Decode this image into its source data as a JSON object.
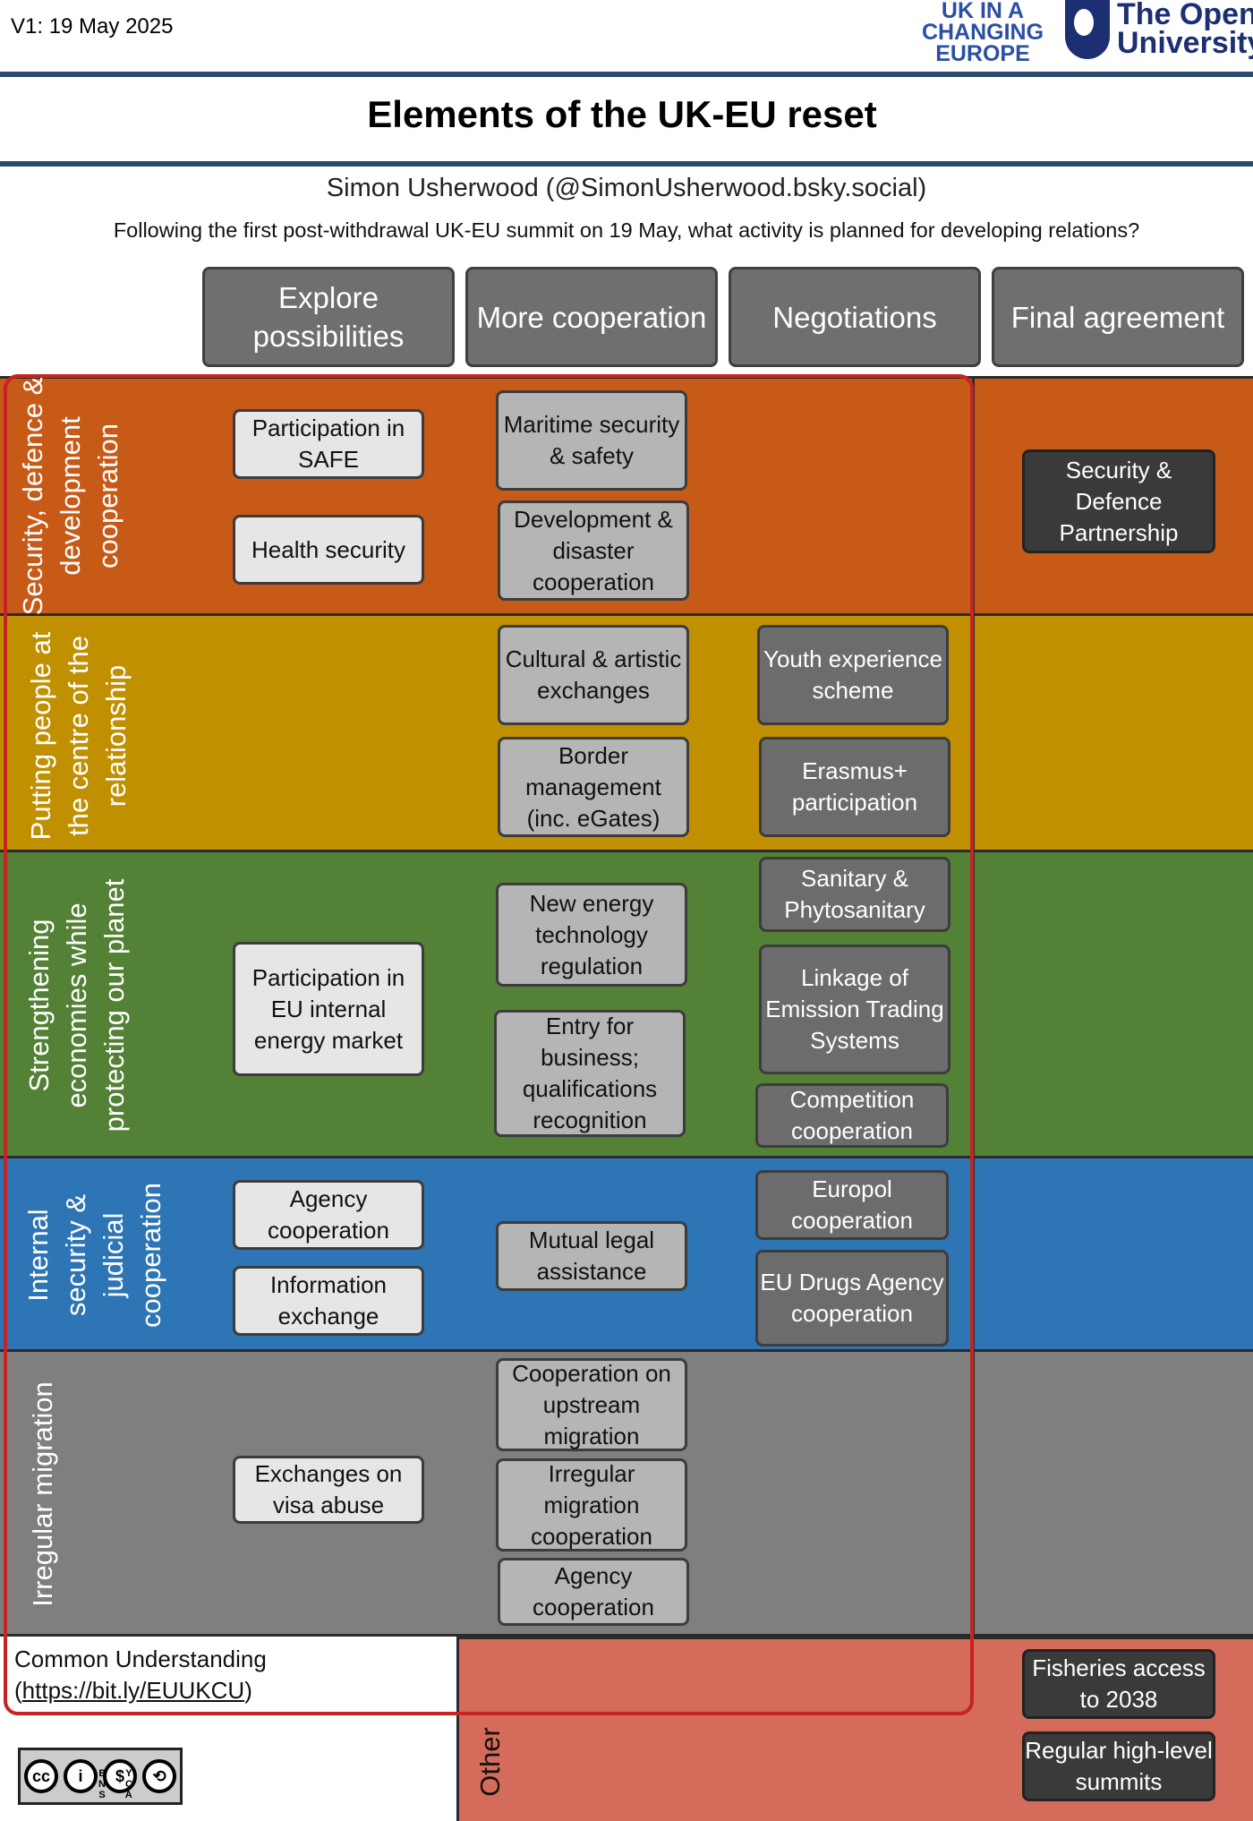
{
  "header": {
    "version": "V1: 19 May 2025",
    "logo_ukice": [
      "UK IN A",
      "CHANGING",
      "EUROPE"
    ],
    "logo_ou": [
      "The Open",
      "University"
    ]
  },
  "title": "Elements of the UK-EU reset",
  "author": "Simon Usherwood (@SimonUsherwood.bsky.social)",
  "subtitle": "Following the first post-withdrawal UK-EU summit on 19 May, what activity is planned for developing relations?",
  "columns": [
    "Explore possibilities",
    "More cooperation",
    "Negotiations",
    "Final agreement"
  ],
  "bands": [
    {
      "label": "Security, defence & development cooperation",
      "color": "#c85a17"
    },
    {
      "label": "Putting people at the centre of the relationship",
      "color": "#c09000"
    },
    {
      "label": "Strengthening economies while protecting our planet",
      "color": "#538135"
    },
    {
      "label": "Internal security & judicial cooperation",
      "color": "#2e75b6"
    },
    {
      "label": "Irregular migration",
      "color": "#7f7f7f"
    }
  ],
  "items": {
    "safe": "Participation in SAFE",
    "health": "Health security",
    "maritime": "Maritime security & safety",
    "development": "Development & disaster cooperation",
    "sdp": "Security & Defence Partnership",
    "cultural": "Cultural & artistic exchanges",
    "border": "Border management (inc. eGates)",
    "youth": "Youth experience scheme",
    "erasmus": "Erasmus+ participation",
    "energy_market": "Participation in EU internal energy market",
    "energy_tech": "New energy technology regulation",
    "business": "Entry for business; qualifications recognition",
    "sps": "Sanitary & Phytosanitary",
    "ets": "Linkage of Emission Trading Systems",
    "competition": "Competition cooperation",
    "agency1": "Agency cooperation",
    "info": "Information exchange",
    "mla": "Mutual legal assistance",
    "europol": "Europol cooperation",
    "drugs": "EU Drugs Agency cooperation",
    "visa": "Exchanges on visa abuse",
    "upstream": "Cooperation on upstream migration",
    "irregular": "Irregular migration cooperation",
    "agency2": "Agency cooperation",
    "fisheries": "Fisheries access to 2038",
    "summits": "Regular high-level summits"
  },
  "footer": {
    "common_understanding": "Common Understanding",
    "link": "https://bit.ly/EUUKCU",
    "other": "Other",
    "license": [
      "cc",
      "i",
      "$",
      "⟲"
    ],
    "license_sub": "BY NC SA"
  }
}
